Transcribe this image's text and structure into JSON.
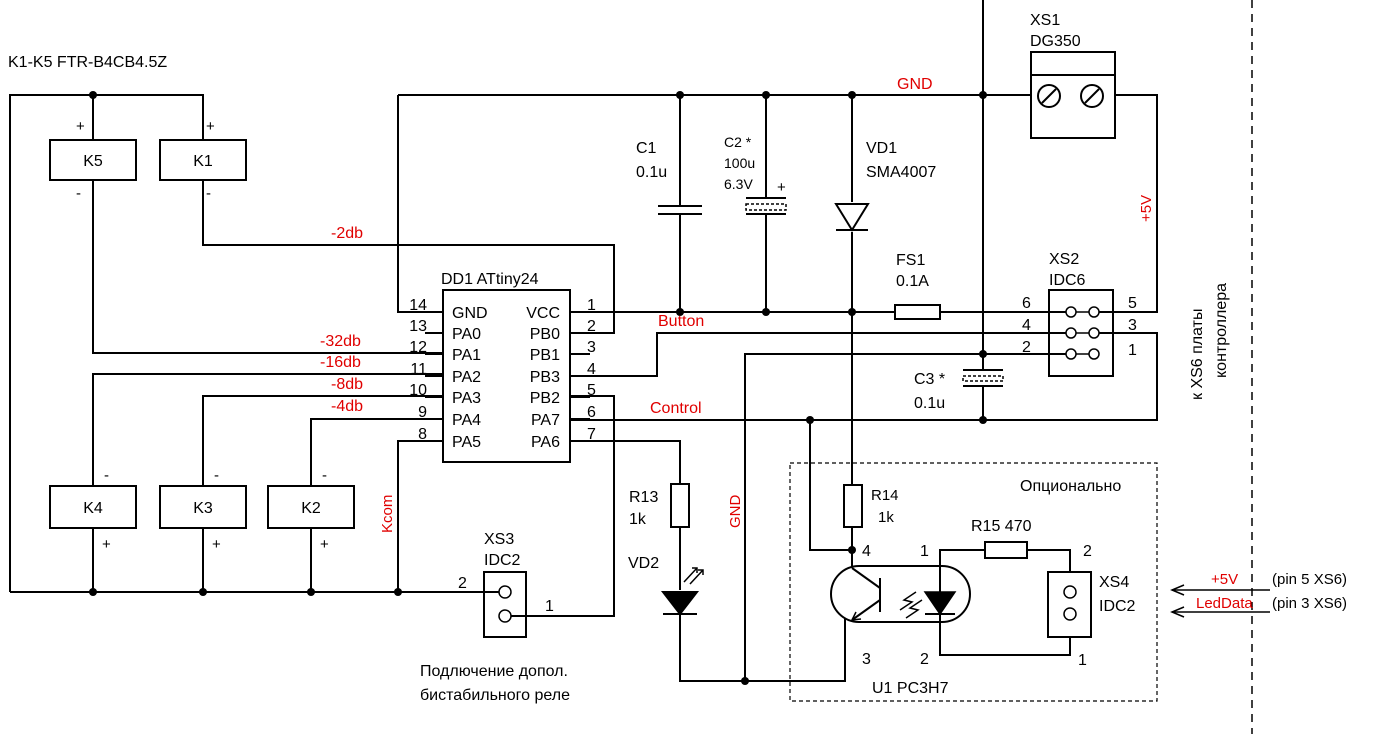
{
  "title": "K1-K5  FTR-B4CB4.5Z",
  "colors": {
    "wire": "#000000",
    "net_label": "#e00000",
    "background": "#ffffff"
  },
  "relays": {
    "k1": "K1",
    "k2": "K2",
    "k3": "K3",
    "k4": "K4",
    "k5": "K5",
    "plus": "+",
    "minus": "-"
  },
  "mcu": {
    "name": "DD1  ATtiny24",
    "left_pins": [
      {
        "num": "14",
        "name": "GND"
      },
      {
        "num": "13",
        "name": "PA0"
      },
      {
        "num": "12",
        "name": "PA1"
      },
      {
        "num": "11",
        "name": "PA2"
      },
      {
        "num": "10",
        "name": "PA3"
      },
      {
        "num": "9",
        "name": "PA4"
      },
      {
        "num": "8",
        "name": "PA5"
      }
    ],
    "right_pins": [
      {
        "num": "1",
        "name": "VCC"
      },
      {
        "num": "2",
        "name": "PB0"
      },
      {
        "num": "3",
        "name": "PB1"
      },
      {
        "num": "4",
        "name": "PB3"
      },
      {
        "num": "5",
        "name": "PB2"
      },
      {
        "num": "6",
        "name": "PA7"
      },
      {
        "num": "7",
        "name": "PA6"
      }
    ]
  },
  "net_labels": {
    "db2": "-2db",
    "db32": "-32db",
    "db16": "-16db",
    "db8": "-8db",
    "db4": "-4db",
    "gnd_top": "GND",
    "gnd_vert": "GND",
    "button": "Button",
    "control": "Control",
    "kcom": "Kcom",
    "plus5v": "+5V",
    "plus5v_in": "+5V",
    "leddata": "LedData"
  },
  "components": {
    "c1_ref": "C1",
    "c1_val": "0.1u",
    "c2_ref": "C2 *",
    "c2_val1": "100u",
    "c2_val2": "6.3V",
    "c2_plus": "+",
    "c3_ref": "C3 *",
    "c3_val": "0.1u",
    "vd1_ref": "VD1",
    "vd1_val": "SMA4007",
    "fs1_ref": "FS1",
    "fs1_val": "0.1A",
    "r13_ref": "R13",
    "r13_val": "1k",
    "r14_ref": "R14",
    "r14_val": "1k",
    "r15_label": "R15  470",
    "vd2_ref": "VD2",
    "u1_label": "U1  PC3H7"
  },
  "connectors": {
    "xs1_ref": "XS1",
    "xs1_val": "DG350",
    "xs2_ref": "XS2",
    "xs2_val": "IDC6",
    "xs2_pins": [
      "6",
      "4",
      "2",
      "5",
      "3",
      "1"
    ],
    "xs3_ref": "XS3",
    "xs3_val": "IDC2",
    "xs3_pin2": "2",
    "xs3_pin1": "1",
    "xs4_ref": "XS4",
    "xs4_val": "IDC2",
    "xs4_pin2": "2",
    "xs4_pin1": "1"
  },
  "optocoupler_pins": {
    "p4": "4",
    "p1": "1",
    "p3": "3",
    "p2": "2"
  },
  "notes": {
    "optional": "Опционально",
    "xs6_line1": "к XS6 платы",
    "xs6_line2": "контроллера",
    "extra_relay_line1": "Подлючение допол.",
    "extra_relay_line2": "бистабильного реле",
    "pin5_xs6": "(pin 5 XS6)",
    "pin3_xs6": "(pin 3 XS6)"
  }
}
